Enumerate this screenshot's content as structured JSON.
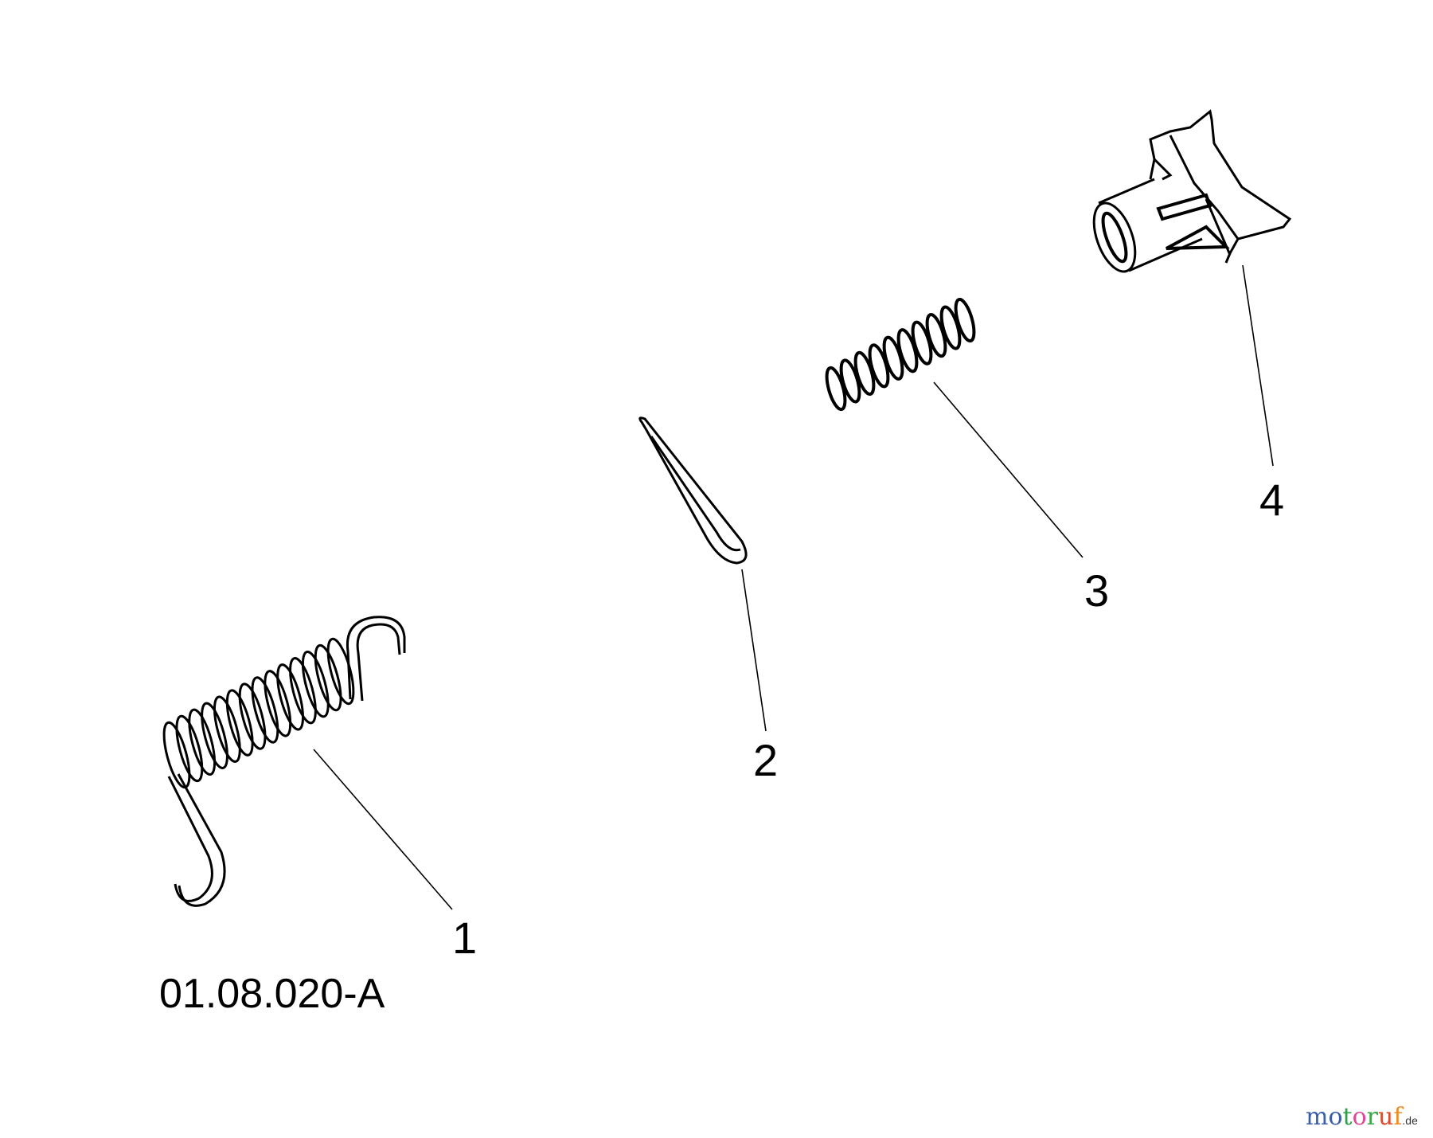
{
  "diagram": {
    "drawing_code": "01.08.020-A",
    "callouts": [
      {
        "number": "1",
        "part": "extension-spring"
      },
      {
        "number": "2",
        "part": "cotter-pin"
      },
      {
        "number": "3",
        "part": "compression-spring"
      },
      {
        "number": "4",
        "part": "bushing-housing"
      }
    ]
  },
  "watermark": {
    "brand": "motoruf",
    "tld": ".de",
    "letter_colors": [
      "#3a5fa8",
      "#3a5fa8",
      "#2e9e4a",
      "#e0489a",
      "#3aa84a",
      "#e04a2a",
      "#f08a20",
      "#f0c020"
    ]
  }
}
